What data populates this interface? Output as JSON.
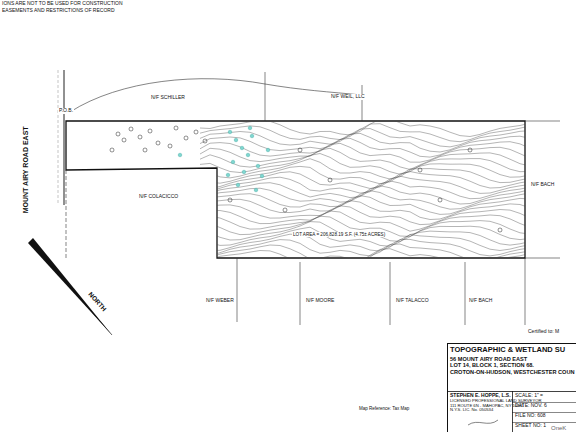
{
  "diagram": {
    "title": "TOPOGRAPHIC & WETLAND SU",
    "nodes": [
      {
        "text": [
          "56 MOUNT AIRY ROAD EAST",
          "LOT 14, BLOCK 1, SECTION 68.",
          "CROTON-ON-HUDSON, WESTCHESTER COUN"
        ]
      },
      {
        "text": [
          "STEPHEN E. HOPPE, L.S.",
          "LICENSED PROFESSIONAL LAND SURVEYOR",
          "111 ROUTE 6N - MAHOPAC, NY 10541",
          "N.Y.S. LIC. No. 050534"
        ]
      },
      {
        "text": [
          "SCALE: 1\" ="
        ]
      },
      {
        "text": [
          "DATE: NOV. 6"
        ]
      },
      {
        "text": [
          "FILE NO: 608"
        ]
      },
      {
        "text": [
          "SHEET NO: 1"
        ]
      }
    ],
    "edges": [],
    "labels": [
      "IONS ARE NOT TO BE USED FOR CONSTRUCTION",
      "EASEMENTS AND RESTRICTIONS OF RECORD",
      "MOUNT AIRY ROAD EAST",
      "P.O.B.",
      "N/F SCHILLER",
      "N/F WEIL, LLC",
      "N/F COLACICCO",
      "N/F WEBER",
      "N/F MOORE",
      "N/F TALACCO",
      "N/F BACH",
      "N/F BACH",
      "LOT AREA = 206,828.19 S.F. (4.75± ACRES)",
      "NORTH",
      "Certified to: M",
      "Map Reference: Tax Map",
      "OneK"
    ]
  }
}
